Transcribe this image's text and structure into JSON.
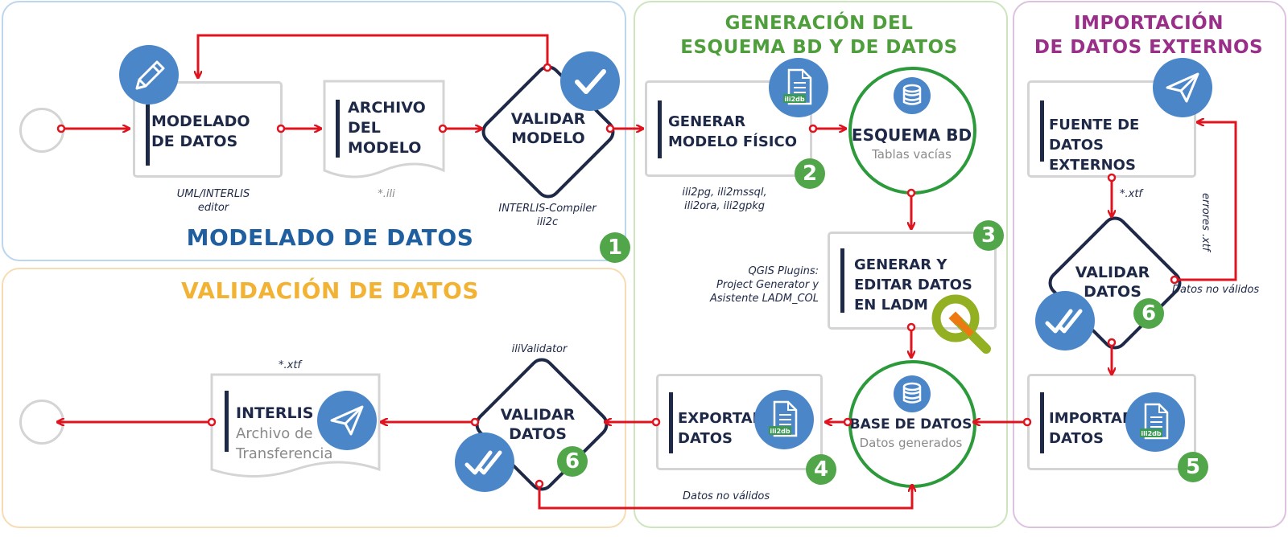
{
  "regions": {
    "modelado": {
      "title": "MODELADO DE DATOS",
      "color": "#1f5fa0",
      "border": "#bcd6ee"
    },
    "validacion": {
      "title": "VALIDACIÓN DE DATOS",
      "color": "#f2b234",
      "border": "#f7dcb3"
    },
    "generacion": {
      "title_line1": "GENERACIÓN DEL",
      "title_line2": "ESQUEMA BD Y DE DATOS",
      "color": "#4f9e3c",
      "border": "#cde5bd"
    },
    "importacion": {
      "title_line1": "IMPORTACIÓN",
      "title_line2": "DE DATOS EXTERNOS",
      "color": "#9a2f8a",
      "border": "#ddc2df"
    }
  },
  "nodes": {
    "modelado_datos": {
      "line1": "MODELADO",
      "line2": "DE DATOS",
      "caption1": "UML/INTERLIS",
      "caption2": "editor",
      "icon": "pencil-icon"
    },
    "archivo_modelo": {
      "line1": "ARCHIVO",
      "line2": "DEL",
      "line3": "MODELO",
      "caption": "*.ili"
    },
    "validar_modelo": {
      "line1": "VALIDAR",
      "line2": "MODELO",
      "caption1": "INTERLIS-Compiler",
      "caption2": "ili2c",
      "icon": "check-icon"
    },
    "generar_modelo": {
      "line1": "GENERAR",
      "line2": "MODELO FÍSICO",
      "caption1": "ili2pg, ili2mssql,",
      "caption2": "ili2ora, ili2gpkg",
      "icon": "ili2db-file-icon",
      "icon_label": "ili2db"
    },
    "esquema_bd": {
      "title": "ESQUEMA BD",
      "subtitle": "Tablas vacías",
      "icon": "database-icon"
    },
    "generar_editar": {
      "line1": "GENERAR Y",
      "line2": "EDITAR DATOS",
      "line3": "EN LADM",
      "caption1": "QGIS Plugins:",
      "caption2": "Project Generator y",
      "caption3": "Asistente LADM_COL",
      "icon": "qgis-logo-icon"
    },
    "base_datos": {
      "title": "BASE DE DATOS",
      "subtitle": "Datos generados",
      "icon": "database-icon"
    },
    "exportar": {
      "line1": "EXPORTAR",
      "line2": "DATOS",
      "icon": "ili2db-file-icon",
      "icon_label": "ili2db"
    },
    "validar_datos_low": {
      "line1": "VALIDAR",
      "line2": "DATOS",
      "caption": "iliValidator",
      "icon": "double-check-icon"
    },
    "interlis": {
      "line1": "INTERLIS",
      "line2": "Archivo de",
      "line3": "Transferencia",
      "caption": "*.xtf",
      "icon": "paper-plane-icon"
    },
    "fuente": {
      "line1": "FUENTE DE",
      "line2": "DATOS EXTERNOS",
      "caption": "*.xtf",
      "icon": "paper-plane-icon"
    },
    "validar_datos_ext": {
      "line1": "VALIDAR",
      "line2": "DATOS",
      "icon": "double-check-icon"
    },
    "importar": {
      "line1": "IMPORTAR",
      "line2": "DATOS",
      "icon": "ili2db-file-icon",
      "icon_label": "ili2db"
    }
  },
  "edge_labels": {
    "errores": "errores .xtf",
    "datos_no_validos_ext": "Datos no válidos",
    "datos_no_validos_low": "Datos no válidos"
  },
  "numbers": {
    "n1": "1",
    "n2": "2",
    "n3": "3",
    "n4": "4",
    "n5": "5",
    "n6a": "6",
    "n6b": "6"
  },
  "colors": {
    "arrow": "#e0141e",
    "navy": "#1e2847",
    "badge": "#4a86c8",
    "green": "#51a64a",
    "box_border": "#d4d4d4"
  }
}
